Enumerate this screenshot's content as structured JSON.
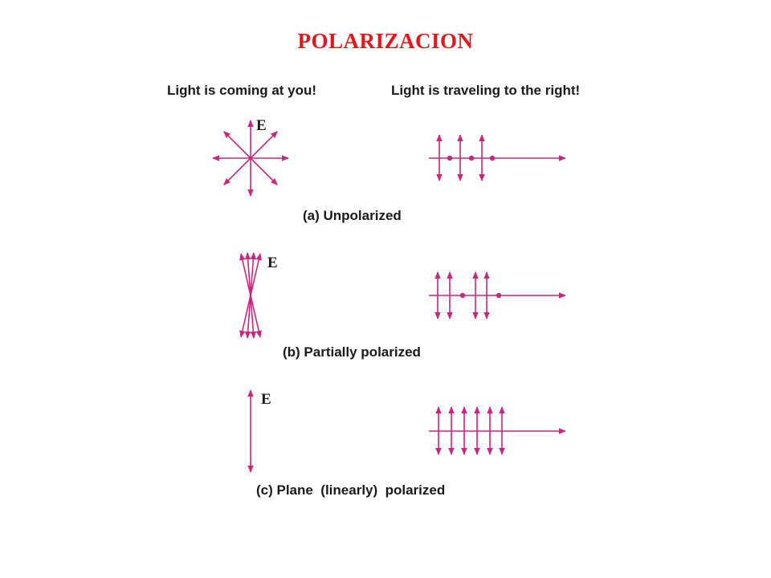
{
  "title": "POLARIZACION",
  "colors": {
    "title": "#e8141c",
    "arrow": "#c8277f",
    "text": "#1a1a1a"
  },
  "columns": {
    "left": "Light is coming at you!",
    "right": "Light is traveling to the right!"
  },
  "panels": [
    {
      "id": "a",
      "caption": "(a) Unpolarized",
      "field_label": "E"
    },
    {
      "id": "b",
      "caption": "(b) Partially polarized",
      "field_label": "E"
    },
    {
      "id": "c",
      "caption": "(c) Plane  (linearly)  polarized",
      "field_label": "E"
    }
  ]
}
